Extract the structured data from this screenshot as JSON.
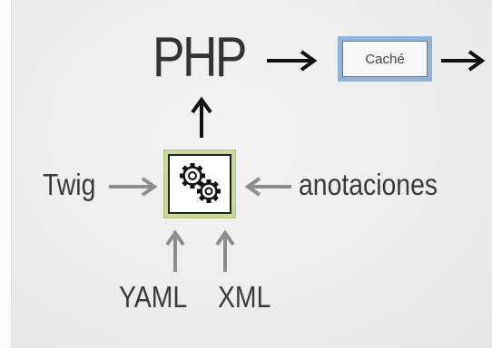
{
  "diagram": {
    "center": "PHP",
    "cache": "Caché",
    "twig": "Twig",
    "annotations": "anotaciones",
    "yaml": "YAML",
    "xml": "XML",
    "gear_icon": "gears-icon"
  },
  "colors": {
    "dark_arrow": "#111111",
    "light_arrow": "#8c8c8c",
    "cache_border": "#8fb3d9",
    "gear_box_border": "#c9d99a"
  }
}
